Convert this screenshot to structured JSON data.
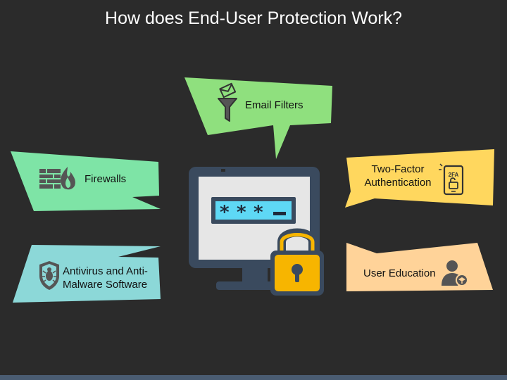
{
  "title": "How does End-User Protection Work?",
  "colors": {
    "background": "#2b2b2b",
    "green": "#8fe07e",
    "mint": "#7ee4a6",
    "teal": "#8cd8d8",
    "yellow": "#ffd75e",
    "orange": "#ffd399",
    "monitor_frame": "#3a4a5e",
    "screen": "#e6e6e6",
    "password_field": "#5ed8f5",
    "lock": "#f7b500"
  },
  "monitor": {
    "password_mask": "***_",
    "icons": [
      "monitor-icon",
      "password-field-icon",
      "padlock-icon"
    ]
  },
  "callouts": [
    {
      "id": "email-filters",
      "label": "Email Filters",
      "icon": "email-filter-icon",
      "color": "#8fe07e"
    },
    {
      "id": "firewalls",
      "label": "Firewalls",
      "icon": "firewall-icon",
      "color": "#7ee4a6"
    },
    {
      "id": "antivirus",
      "label_line1": "Antivirus and Anti-",
      "label_line2": "Malware Software",
      "icon": "bug-shield-icon",
      "color": "#8cd8d8"
    },
    {
      "id": "two-factor",
      "label_line1": "Two-Factor",
      "label_line2": "Authentication",
      "icon": "2fa-phone-icon",
      "icon_text": "2FA",
      "color": "#ffd75e"
    },
    {
      "id": "user-education",
      "label": "User Education",
      "icon": "user-education-icon",
      "color": "#ffd399"
    }
  ]
}
